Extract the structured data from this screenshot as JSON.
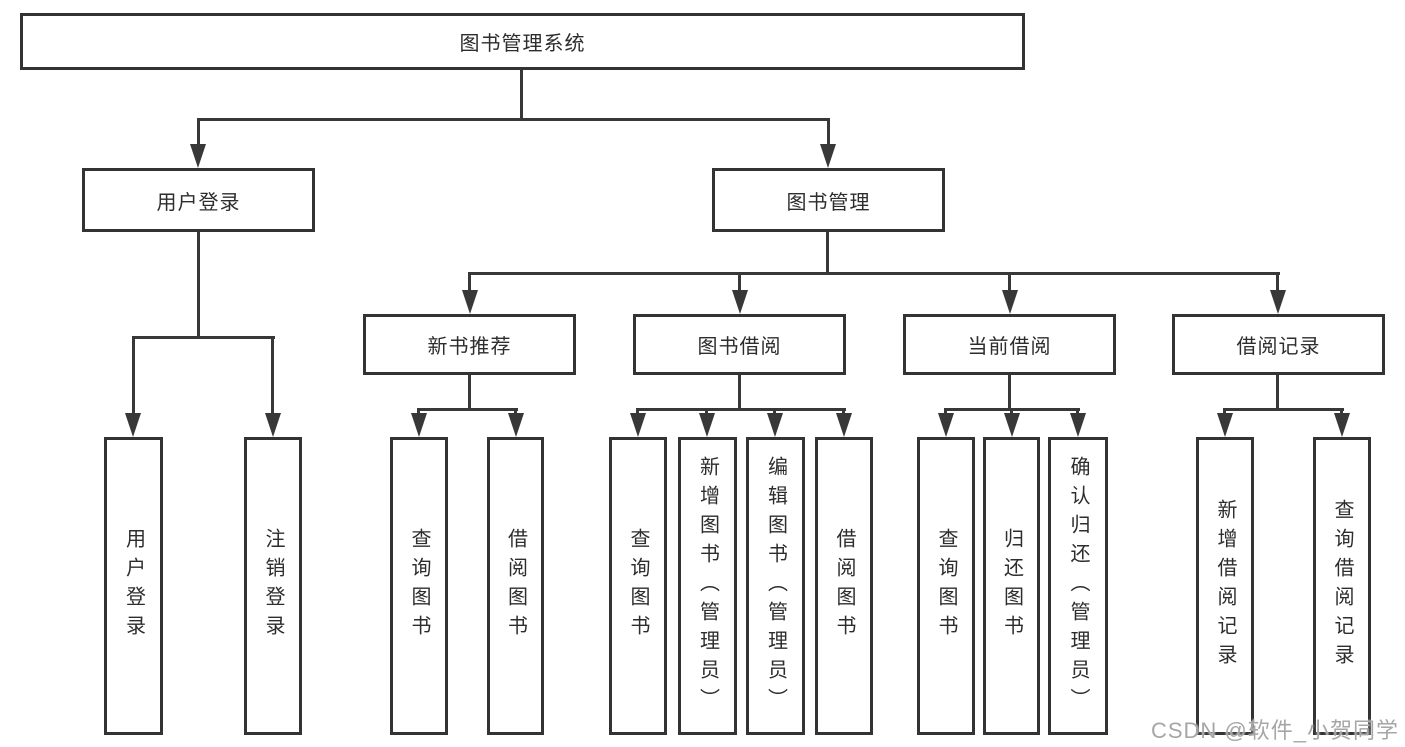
{
  "tree": {
    "root": "图书管理系统",
    "branches": [
      {
        "label": "用户登录",
        "children": [
          "用户登录",
          "注销登录"
        ]
      },
      {
        "label": "图书管理",
        "children": [
          {
            "label": "新书推荐",
            "children": [
              "查询图书",
              "借阅图书"
            ]
          },
          {
            "label": "图书借阅",
            "children": [
              "查询图书",
              "新增图书（管理员）",
              "编辑图书（管理员）",
              "借阅图书"
            ]
          },
          {
            "label": "当前借阅",
            "children": [
              "查询图书",
              "归还图书",
              "确认归还（管理员）"
            ]
          },
          {
            "label": "借阅记录",
            "children": [
              "新增借阅记录",
              "查询借阅记录"
            ]
          }
        ]
      }
    ]
  },
  "watermark": "CSDN @软件_小贺同学",
  "colors": {
    "line": "#383838",
    "box_border": "#333333",
    "box_background": "#ffffff",
    "text": "#2d2d2d",
    "watermark": "#a6a6a6"
  }
}
